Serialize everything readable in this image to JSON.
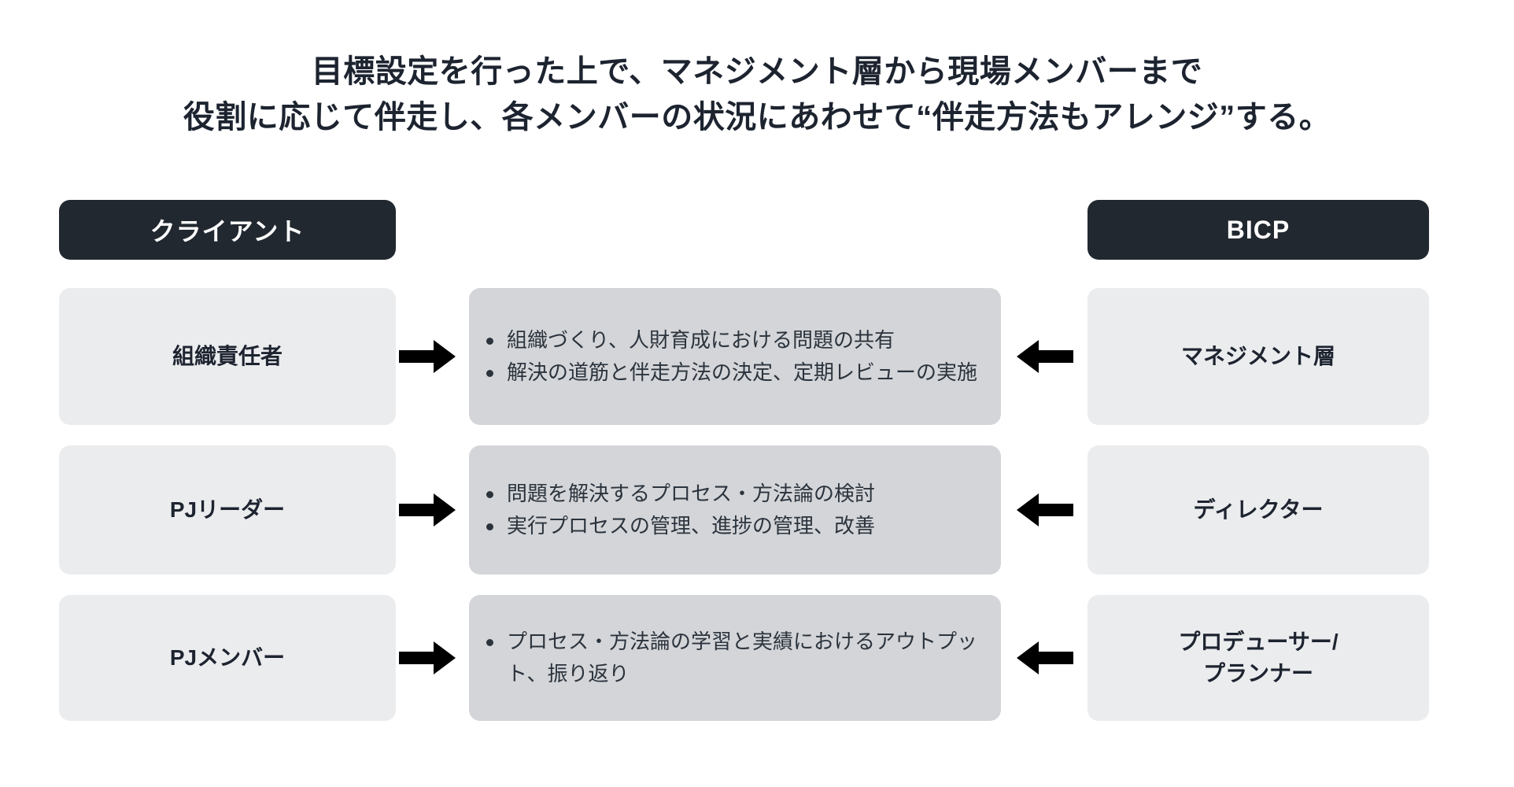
{
  "slide": {
    "title_lines": [
      "目標設定を行った上で、マネジメント層から現場メンバーまで",
      "役割に応じて伴走し、各メンバーの状況にあわせて“伴走方法もアレンジ”する。"
    ],
    "colors": {
      "background": "#ffffff",
      "header_box": "#222830",
      "header_text": "#ffffff",
      "role_box": "#ebecee",
      "detail_box": "#d3d5d8",
      "text": "#1d2430",
      "arrow": "#000000"
    }
  },
  "columns": {
    "left_header": "クライアント",
    "right_header": "BICP"
  },
  "rows": [
    {
      "left_role": "組織責任者",
      "right_role": "マネジメント層",
      "arrow_right": "arrow-right-icon",
      "arrow_left": "arrow-left-icon",
      "bullets": [
        "組織づくり、人財育成における問題の共有",
        "解決の道筋と伴走方法の決定、定期レビューの実施"
      ]
    },
    {
      "left_role": "PJリーダー",
      "right_role": "ディレクター",
      "arrow_right": "arrow-right-icon",
      "arrow_left": "arrow-left-icon",
      "bullets": [
        "問題を解決するプロセス・方法論の検討",
        "実行プロセスの管理、進捗の管理、改善"
      ]
    },
    {
      "left_role": "PJメンバー",
      "right_role": "プロデューサー/\nプランナー",
      "arrow_right": "arrow-right-icon",
      "arrow_left": "arrow-left-icon",
      "bullets": [
        "プロセス・方法論の学習と実績におけるアウトプット、振り返り"
      ]
    }
  ]
}
